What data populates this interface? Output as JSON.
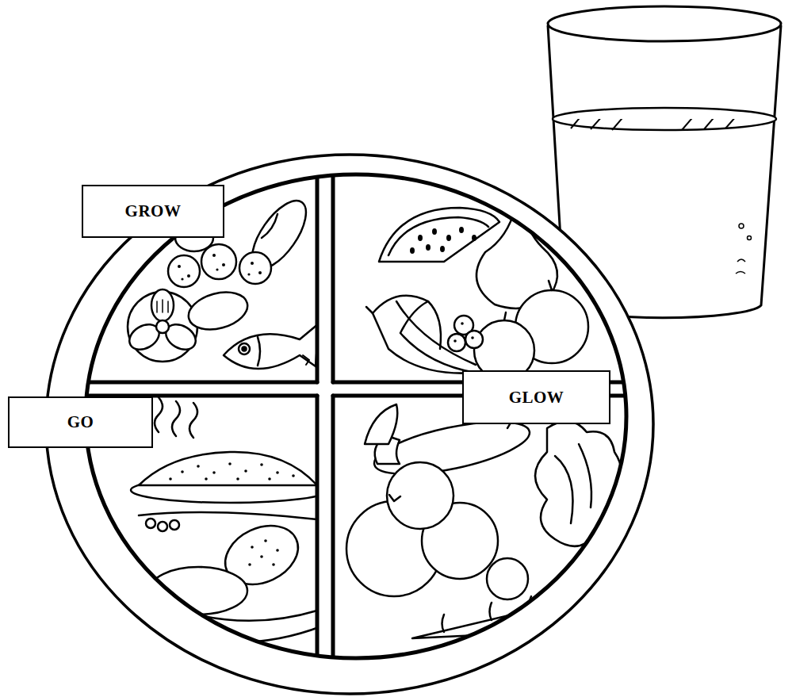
{
  "diagram": {
    "nodes": [
      {
        "text": [
          "GROW"
        ]
      },
      {
        "text": [
          "GLOW"
        ]
      },
      {
        "text": [
          "GO"
        ]
      }
    ]
  }
}
